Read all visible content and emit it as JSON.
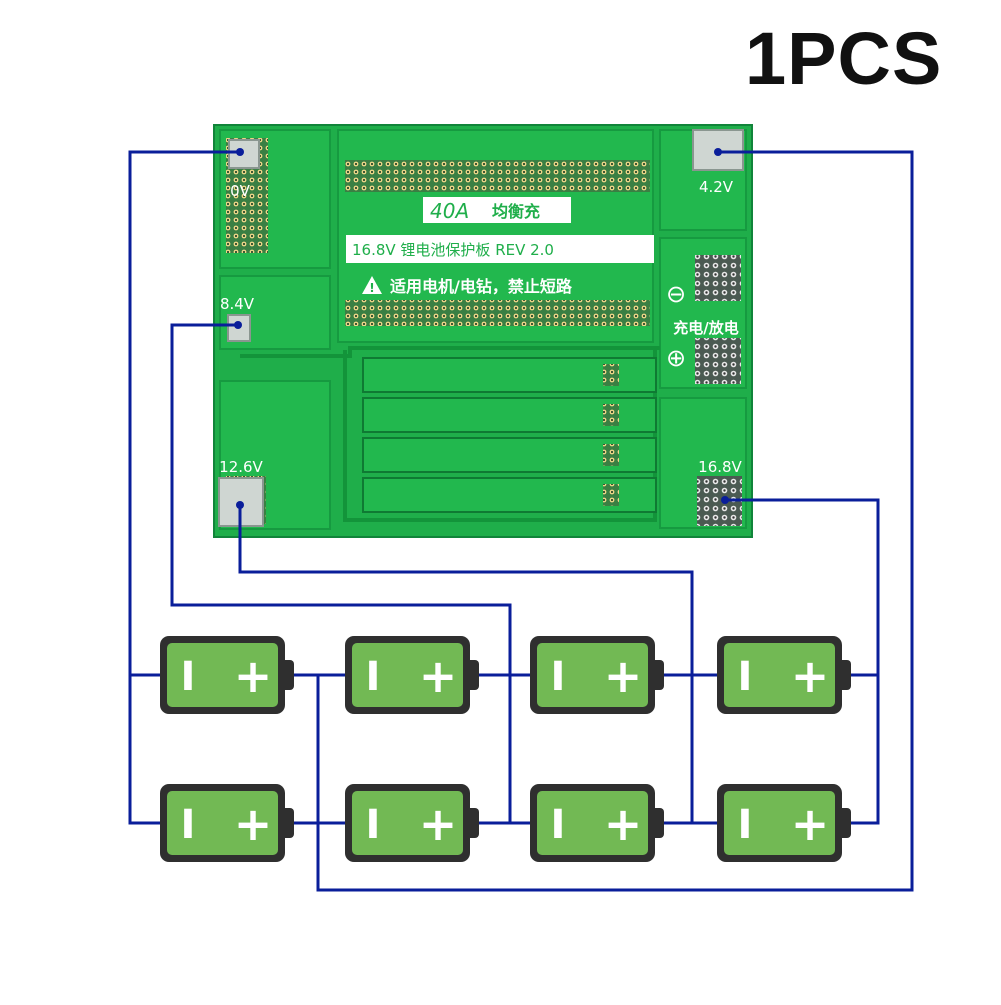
{
  "quantity_label": "1PCS",
  "board": {
    "current_rating": "40A",
    "balance_label": "均衡充",
    "title": "16.8V 锂电池保护板 REV 2.0",
    "warning": "适用电机/电钻，禁止短路",
    "charge_discharge": "充电/放电",
    "minus_symbol": "⊖",
    "plus_symbol": "⊕",
    "pads": [
      {
        "label": "0V"
      },
      {
        "label": "4.2V"
      },
      {
        "label": "8.4V"
      },
      {
        "label": "12.6V"
      },
      {
        "label": "16.8V"
      }
    ]
  },
  "battery_terminal_symbols": {
    "negative": "I",
    "positive": "+"
  },
  "colors": {
    "board_green": "#1fb04a",
    "board_dark": "#14953a",
    "wire_blue": "#0a1e9a",
    "battery_fill": "#72b954",
    "battery_frame": "#2f2f2f"
  }
}
